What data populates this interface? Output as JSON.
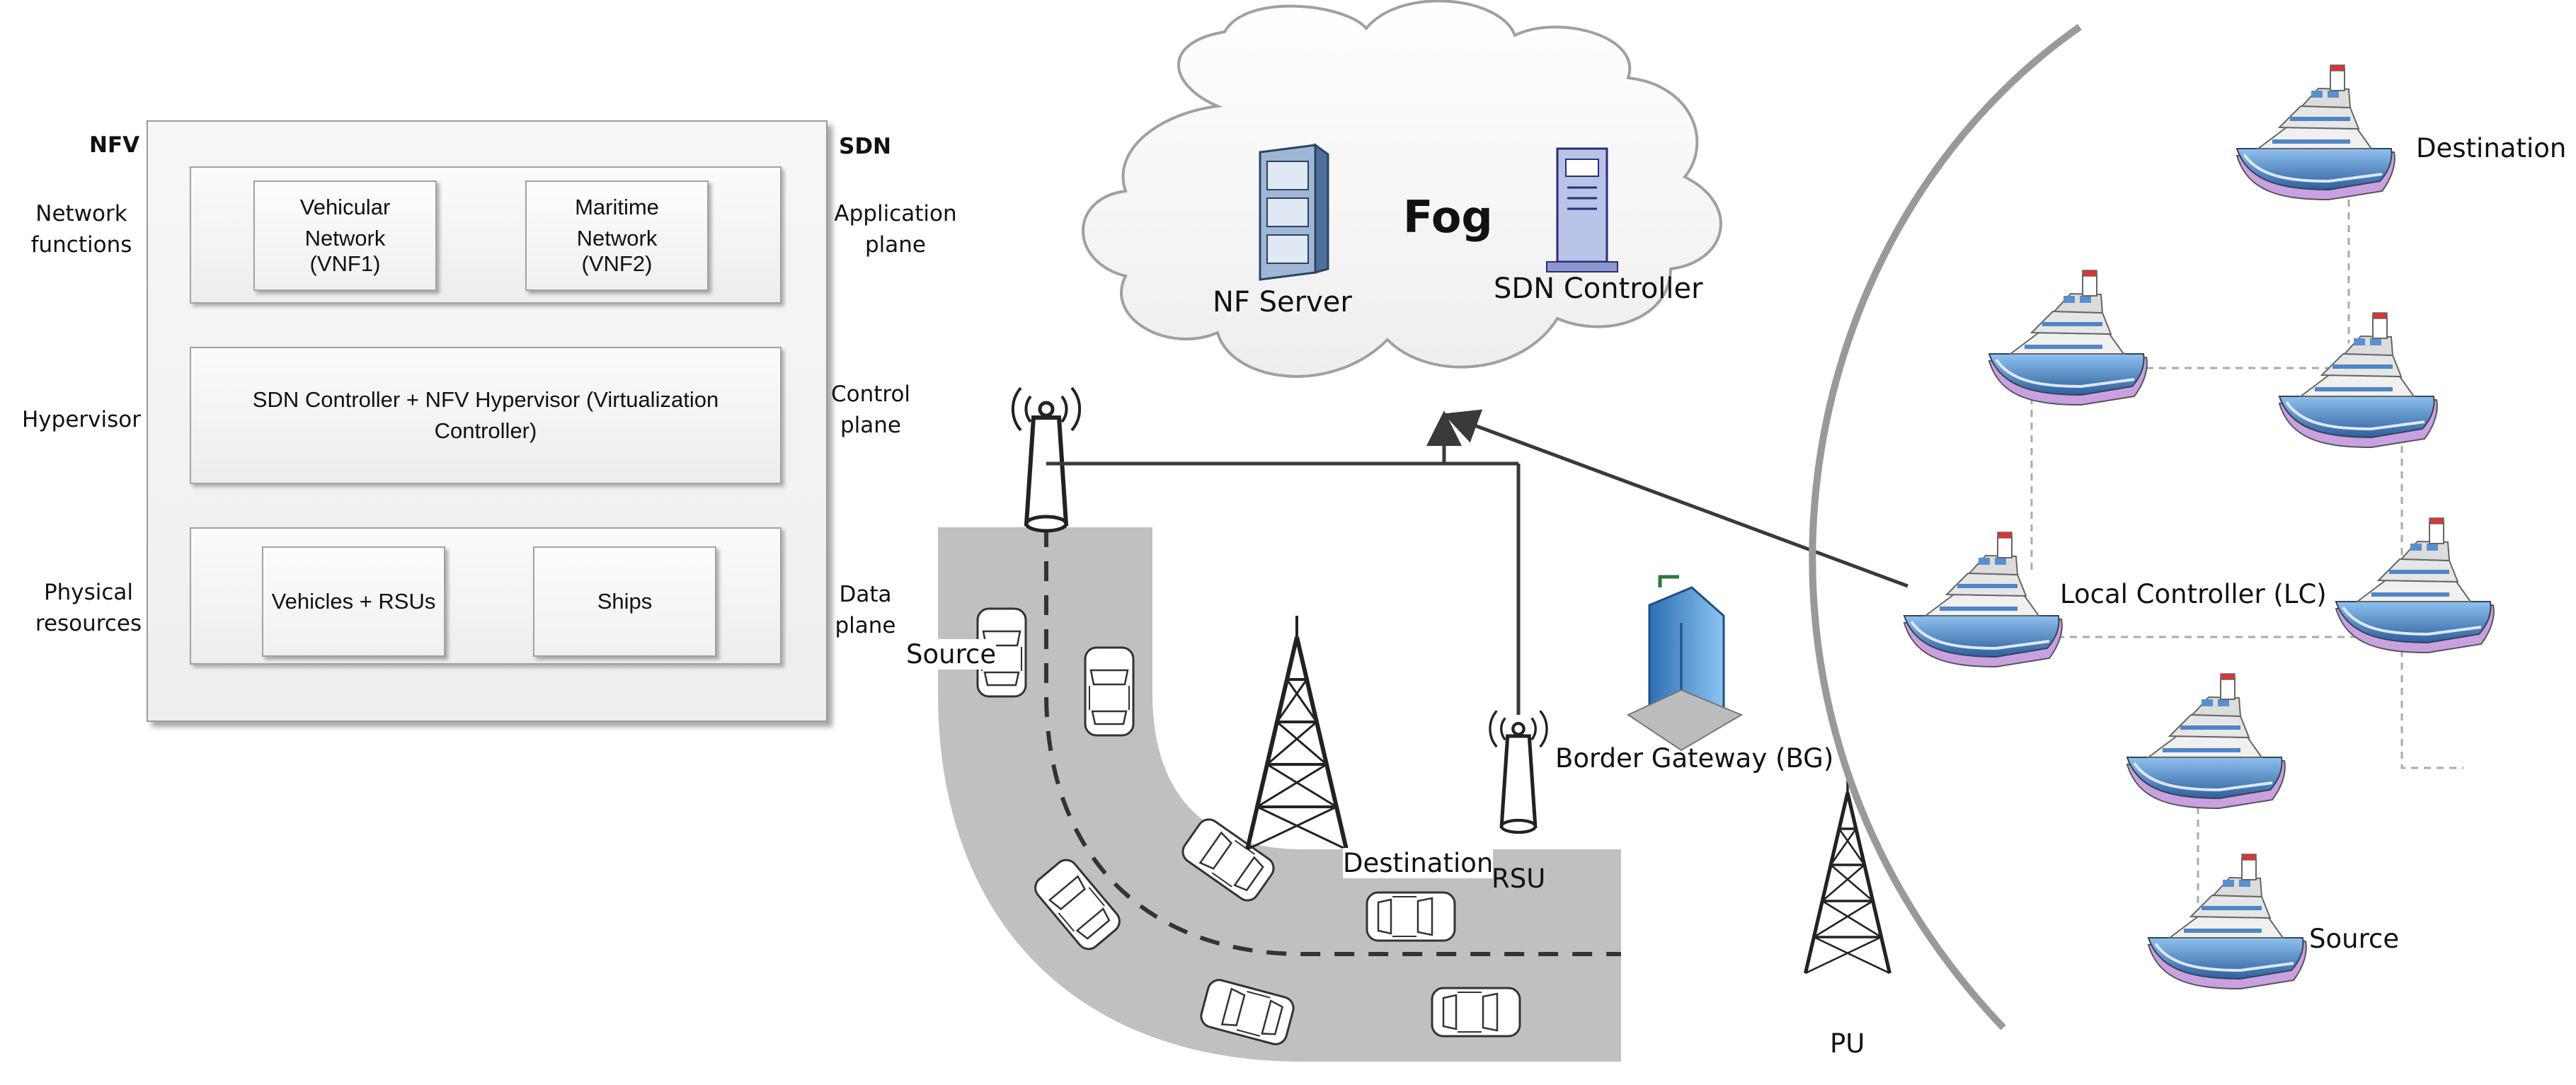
{
  "nfv_panel": {
    "header_left": "NFV",
    "header_right": "SDN",
    "left_labels": {
      "network_functions": [
        "Network",
        "functions"
      ],
      "hypervisor": "Hypervisor",
      "physical_resources": [
        "Physical",
        "resources"
      ]
    },
    "right_labels": {
      "application_plane": [
        "Application",
        "plane"
      ],
      "control_plane": [
        "Control",
        "plane"
      ],
      "data_plane": [
        "Data",
        "plane"
      ]
    },
    "vnf1": [
      "Vehicular",
      "Network",
      "(VNF1)"
    ],
    "vnf2": [
      "Maritime",
      "Network",
      "(VNF2)"
    ],
    "controller": [
      "SDN Controller + NFV Hypervisor (Virtualization",
      "Controller)"
    ],
    "vehicles": "Vehicles + RSUs",
    "ships": "Ships"
  },
  "fog": {
    "title": "Fog",
    "nf_server": "NF Server",
    "sdn_controller": "SDN Controller"
  },
  "vehicular": {
    "source": "Source",
    "destination": "Destination",
    "rsu": "RSU",
    "border_gateway": "Border Gateway (BG)",
    "pu": "PU"
  },
  "maritime": {
    "destination": "Destination",
    "local_controller": "Local Controller (LC)",
    "source": "Source"
  },
  "colors": {
    "road": "#c0c0c0",
    "line": "#3a3a3a",
    "frame_border": "#9a9a9a",
    "ship_hull": "#4f86c6",
    "building": "#5b9bd5"
  }
}
